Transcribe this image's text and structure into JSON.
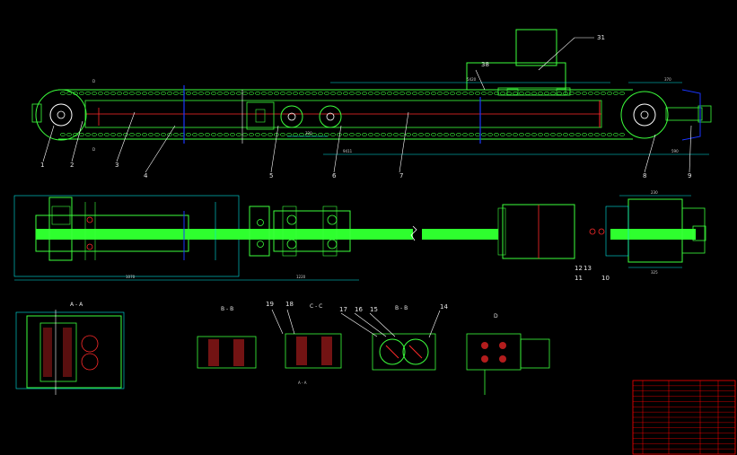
{
  "drawing": {
    "background": "#000000",
    "colors": {
      "outline": "#3cff3c",
      "leader": "#ffffff",
      "centerline": "#ff2a2a",
      "dimension": "#00e5e5",
      "shaft": "#1a35ff",
      "hatch": "#ff2a2a",
      "title_block": "#ff0000"
    }
  },
  "part_labels": [
    "1",
    "2",
    "3",
    "4",
    "5",
    "6",
    "7",
    "8",
    "9",
    "10",
    "11",
    "12",
    "13",
    "14",
    "15",
    "16",
    "17",
    "18",
    "19",
    "31",
    "38"
  ],
  "section_labels": {
    "aa": "A - A",
    "bb1": "B - B",
    "cc": "C - C",
    "bb2": "B - B",
    "d": "D",
    "aa_small": "A - A"
  },
  "dimension_labels": {
    "top_span": "5420",
    "top_right": "370",
    "top_mid": "320",
    "mid_nb": "9411",
    "right_base": "590",
    "plan_left": "1070",
    "plan_mid": "1220",
    "plan_width": "230",
    "plan_right": "325"
  },
  "title_block": {
    "rows": 14
  }
}
